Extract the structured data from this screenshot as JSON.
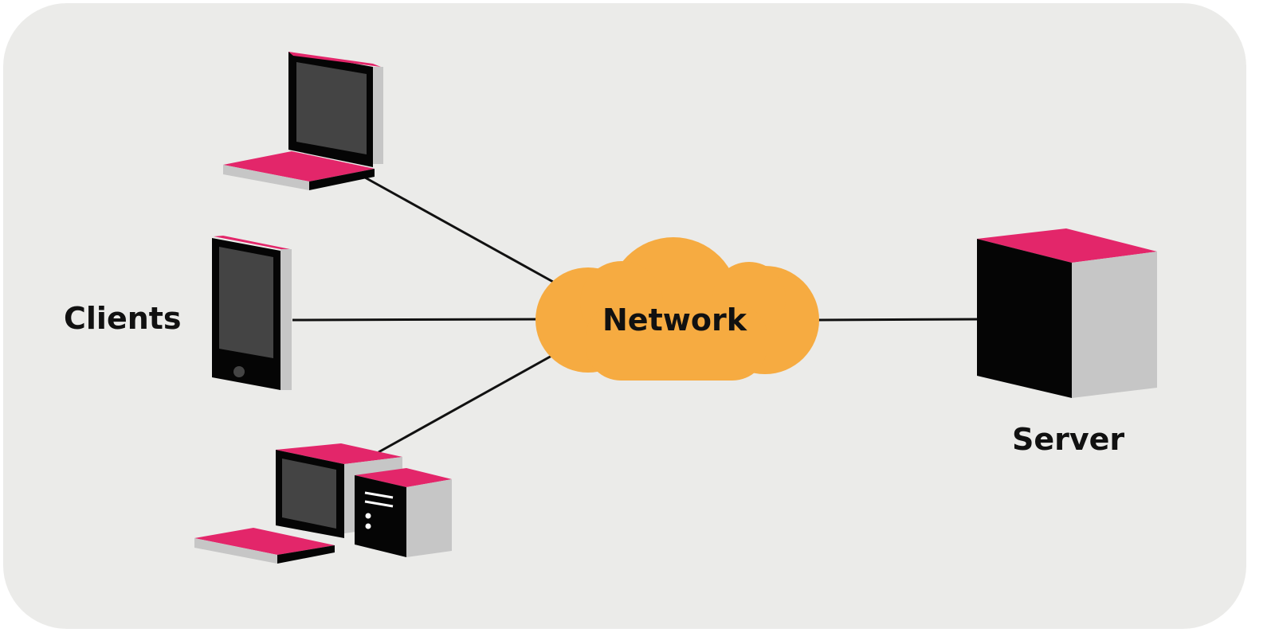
{
  "labels": {
    "clients": "Clients",
    "network": "Network",
    "server": "Server"
  },
  "colors": {
    "background": "#ebebe9",
    "accent": "#e3266a",
    "cloud": "#f6ab41",
    "screen": "#444444",
    "side": "#c6c6c6",
    "body": "#050505",
    "line": "#111111"
  },
  "icons": [
    "laptop-icon",
    "tablet-icon",
    "desktop-computer-icon",
    "network-cloud-icon",
    "server-icon"
  ]
}
